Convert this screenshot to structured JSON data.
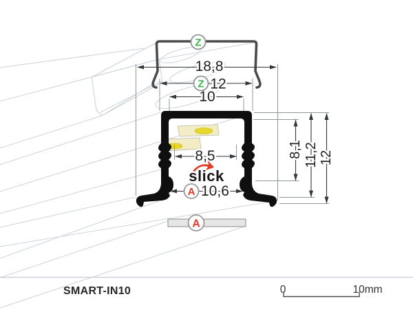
{
  "product": {
    "name": "SMART-IN10"
  },
  "logo": {
    "text": "slick"
  },
  "markers": {
    "z": "Z",
    "a": "A"
  },
  "dimensions": {
    "flange_width": "18,8",
    "cover_width": "12",
    "top_opening": "10",
    "inner_width": "8,5",
    "bottom_width": "10,6",
    "inner_height": "8,1",
    "body_height": "11,2",
    "overall_height": "12"
  },
  "scale_bar": {
    "zero": "0",
    "ten": "10mm"
  },
  "colors": {
    "marker_z_green": "#35b44a",
    "marker_a_red": "#e23b2e",
    "profile_black": "#0f0f0f",
    "cover_gray": "#4b4b4b",
    "logo_red": "#e23b26",
    "sketch_line": "#ccd3da",
    "led_body": "#f2edc4",
    "led_chip": "#e7d62b",
    "diffuser_fill": "#e6e6e6",
    "separator": "#c6c8da"
  }
}
